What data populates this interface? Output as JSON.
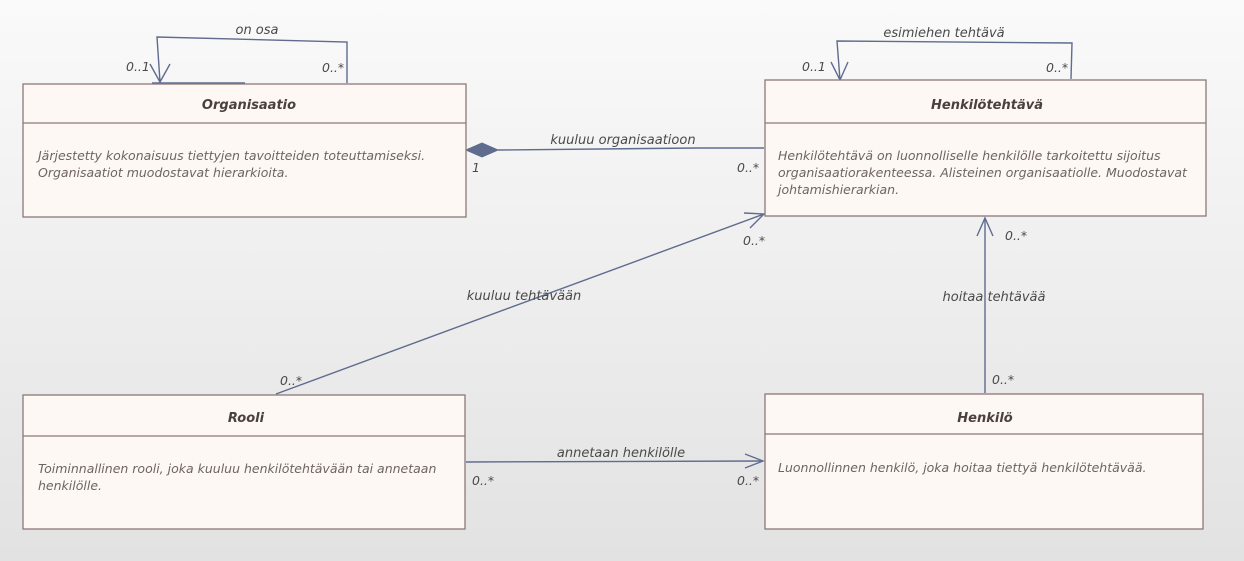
{
  "classes": {
    "organisaatio": {
      "name": "Organisaatio",
      "description": [
        "Järjestetty kokonaisuus tiettyjen tavoitteiden toteuttamiseksi.",
        "Organisaatiot muodostavat hierarkioita."
      ]
    },
    "henkilotehtava": {
      "name": "Henkilötehtävä",
      "description": [
        "Henkilötehtävä on luonnolliselle henkilölle tarkoitettu sijoitus",
        "organisaatiorakenteessa. Alisteinen organisaatiolle. Muodostavat",
        "johtamishierarkian."
      ]
    },
    "rooli": {
      "name": "Rooli",
      "description": [
        "Toiminnallinen rooli, joka kuuluu henkilötehtävään tai annetaan",
        "henkilölle."
      ]
    },
    "henkilo": {
      "name": "Henkilö",
      "description": [
        "Luonnollinnen henkilö, joka hoitaa tiettyä henkilötehtävää."
      ]
    }
  },
  "associations": {
    "on_osa": {
      "label": "on osa",
      "source_mult": "0..*",
      "target_mult": "0..1"
    },
    "esimiehen_tehtava": {
      "label": "esimiehen tehtävä",
      "source_mult": "0..*",
      "target_mult": "0..1"
    },
    "kuuluu_organisaatioon": {
      "label": "kuuluu organisaatioon",
      "source_mult": "0..*",
      "target_mult": "1"
    },
    "kuuluu_tehtavaan": {
      "label": "kuuluu tehtävään",
      "source_mult": "0..*",
      "target_mult": "0..*"
    },
    "hoitaa_tehtavaa": {
      "label": "hoitaa tehtävää",
      "source_mult": "0..*",
      "target_mult": "0..*"
    },
    "annetaan_henkilolle": {
      "label": "annetaan henkilölle",
      "source_mult": "0..*",
      "target_mult": "0..*"
    }
  }
}
